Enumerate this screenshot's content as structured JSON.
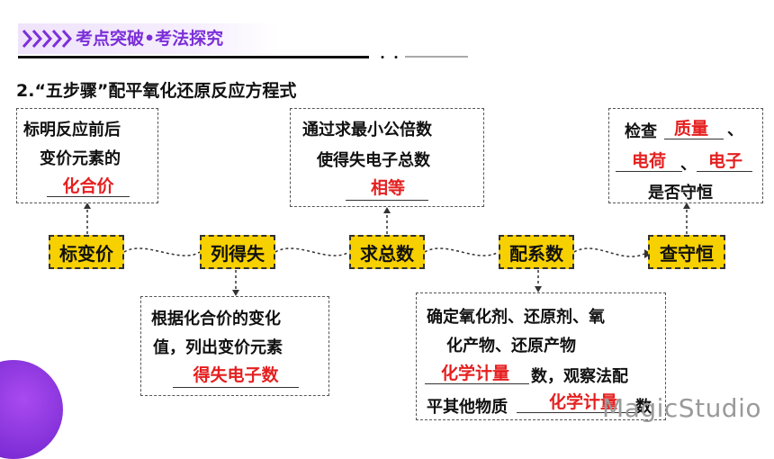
{
  "header": {
    "title": "考点突破•考法探究",
    "subtitle": "2.“五步骤”配平氧化还原反应方程式"
  },
  "steps": [
    {
      "label": "标变价"
    },
    {
      "label": "列得失"
    },
    {
      "label": "求总数"
    },
    {
      "label": "配系数"
    },
    {
      "label": "查守恒"
    }
  ],
  "boxes": {
    "mark": {
      "line1": "标明反应前后",
      "line2": "变价元素的",
      "answer": "化合价"
    },
    "list": {
      "line1": "根据化合价的变化",
      "line2": "值，列出变价元素",
      "answer": "得失电子数"
    },
    "total": {
      "line1": "通过求最小公倍数",
      "line2": "使得失电子总数",
      "answer": "相等"
    },
    "coef": {
      "line1": "确定氧化剂、还原剂、氧",
      "line2": "化产物、还原产物",
      "answer1": "化学计量",
      "mid": "数，观察法配",
      "line4_prefix": "平其他物质",
      "answer2": "化学计量",
      "tail": "数"
    },
    "check": {
      "prefix": "检查",
      "answer1": "质量",
      "sep1": "、",
      "answer2": "电荷",
      "sep2": "、",
      "answer3": "电子",
      "line3": "是否守恒"
    }
  },
  "watermark": "MagicStudio",
  "colors": {
    "accent": "#7b2fd8",
    "step_fill": "#f7d000",
    "answer": "#e51f1f"
  }
}
